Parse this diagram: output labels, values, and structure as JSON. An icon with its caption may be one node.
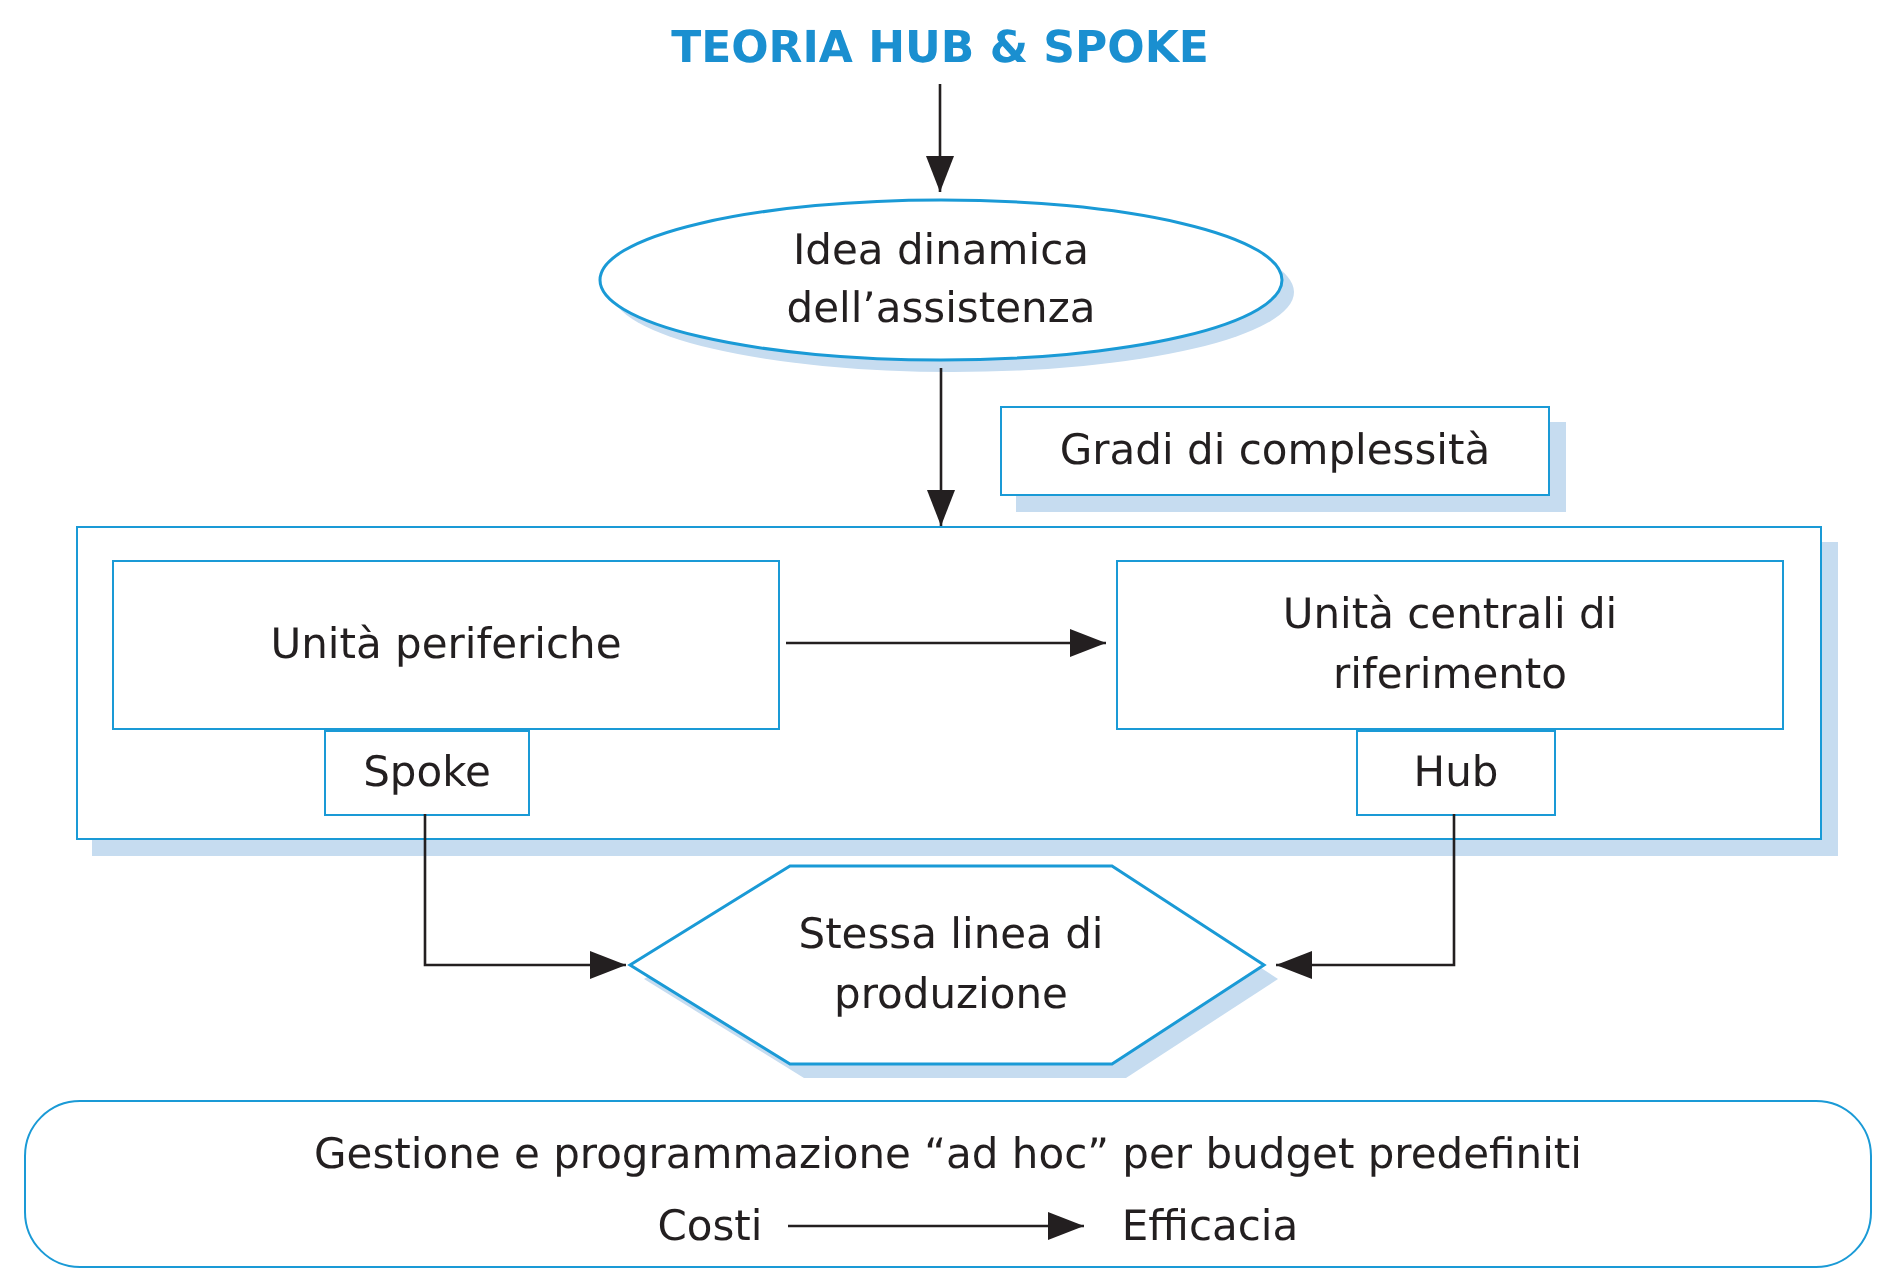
{
  "diagram": {
    "nodes": [
      {
        "text": [
          "TEORIA HUB & SPOKE"
        ]
      },
      {
        "text": [
          "Idea dinamica dell’assistenza"
        ]
      },
      {
        "text": [
          "Gradi di complessità"
        ]
      },
      {
        "text": [],
        "shape": "box"
      },
      {
        "text": [
          "Unità periferiche"
        ],
        "in": 3
      },
      {
        "text": [
          "Unità centrali di riferimento"
        ],
        "in": 3
      },
      {
        "text": [
          "Spoke"
        ],
        "in": 3
      },
      {
        "text": [
          "Hub"
        ],
        "in": 3
      },
      {
        "text": [
          "Stessa linea di produzione"
        ]
      },
      {
        "text": [
          "Gestione e programmazione “ad hoc” per budget predefiniti"
        ]
      },
      {
        "text": [
          "Costi"
        ],
        "in": 9
      },
      {
        "text": [
          "Efficacia"
        ],
        "in": 9
      }
    ],
    "edges": [
      {
        "from": 0,
        "to": 1,
        "arrow": "to"
      },
      {
        "from": 1,
        "to": 3,
        "arrow": "to"
      },
      {
        "from": 4,
        "to": 5,
        "arrow": "to"
      },
      {
        "from": 6,
        "to": 8,
        "arrow": "to"
      },
      {
        "from": 7,
        "to": 8,
        "arrow": "to"
      },
      {
        "from": 10,
        "to": 11,
        "arrow": "to"
      }
    ]
  }
}
